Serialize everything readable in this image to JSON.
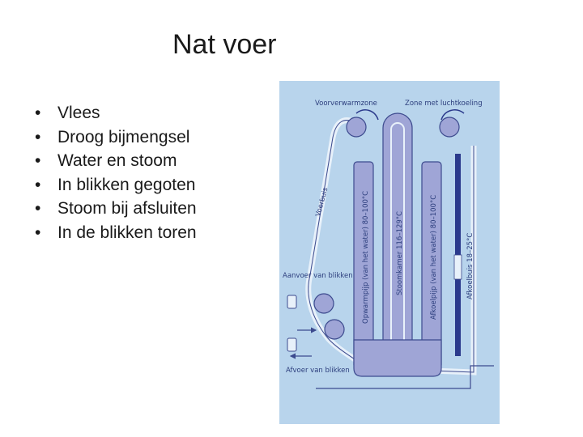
{
  "slide": {
    "title": "Nat voer",
    "bullets": [
      "Vlees",
      "Droog bijmengsel",
      "Water en stoom",
      "In blikken gegoten",
      "Stoom bij afsluiten",
      "In de blikken toren"
    ]
  },
  "diagram": {
    "labels": {
      "preheat_zone": "Voorverwarmzone",
      "cooling_zone": "Zone met luchtkoeling",
      "feed_tube": "Voerbuis",
      "preheat_pipe": "Opwarmpijp (van het water) 80–100°C",
      "steam_chamber": "Stoomkamer 116–129°C",
      "cooling_pipe": "Afkoelpijp (van het water) 80–100°C",
      "cooling_tube": "Afkoelbuis 18–25°C",
      "can_supply": "Aanvoer van blikken",
      "can_discharge": "Afvoer van blikken"
    },
    "colors": {
      "panel": "#b8d4ec",
      "pipe_fill": "#9fa5d6",
      "pipe_outline": "#3c4a8e",
      "dark_band": "#2b3a8c"
    }
  }
}
